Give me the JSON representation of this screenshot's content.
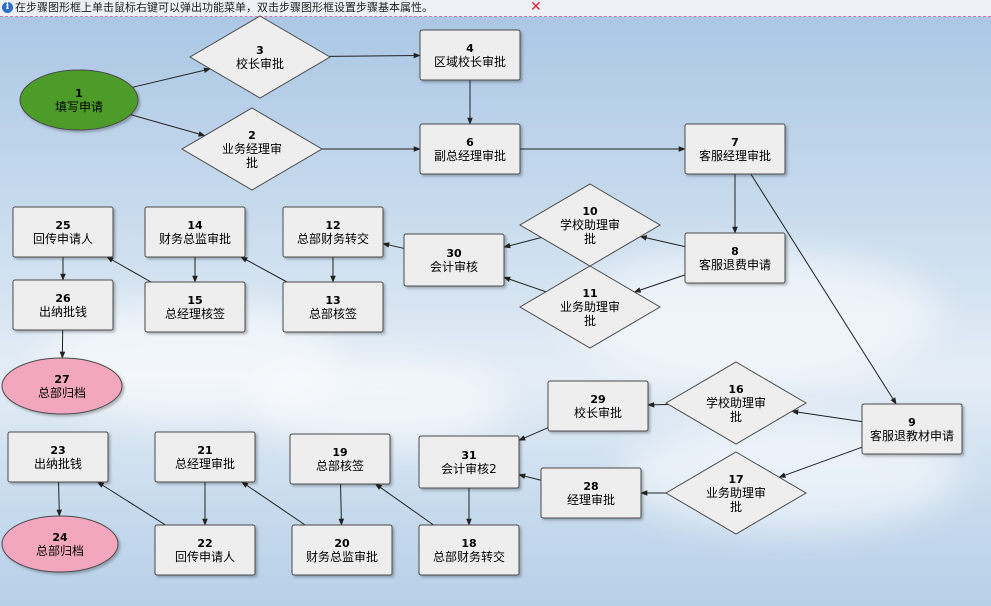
{
  "info_bar": {
    "message": "在步骤图形框上单击鼠标右键可以弹出功能菜单，双击步骤图形框设置步骤基本属性。",
    "close_symbol": "✕",
    "info_icon": "info-icon"
  },
  "colors": {
    "box_fill": "#eeeeee",
    "box_stroke": "#4a4a4a",
    "start_fill": "#4e9c2c",
    "end_fill": "#f2a7bf",
    "line": "#222222",
    "close_icon": "#d8243a"
  },
  "diagram": {
    "nodes": [
      {
        "id": "1",
        "shape": "start",
        "label": [
          "填写申请"
        ]
      },
      {
        "id": "2",
        "shape": "diamond",
        "label": [
          "业务经理审",
          "批"
        ]
      },
      {
        "id": "3",
        "shape": "diamond",
        "label": [
          "校长审批"
        ]
      },
      {
        "id": "4",
        "shape": "box",
        "label": [
          "区域校长审批"
        ]
      },
      {
        "id": "6",
        "shape": "box",
        "label": [
          "副总经理审批"
        ]
      },
      {
        "id": "7",
        "shape": "box",
        "label": [
          "客服经理审批"
        ]
      },
      {
        "id": "8",
        "shape": "box",
        "label": [
          "客服退费申请"
        ]
      },
      {
        "id": "10",
        "shape": "diamond",
        "label": [
          "学校助理审",
          "批"
        ]
      },
      {
        "id": "11",
        "shape": "diamond",
        "label": [
          "业务助理审",
          "批"
        ]
      },
      {
        "id": "30",
        "shape": "box",
        "label": [
          "会计审核"
        ]
      },
      {
        "id": "12",
        "shape": "box",
        "label": [
          "总部财务转交"
        ]
      },
      {
        "id": "13",
        "shape": "box",
        "label": [
          "总部核签"
        ]
      },
      {
        "id": "14",
        "shape": "box",
        "label": [
          "财务总监审批"
        ]
      },
      {
        "id": "15",
        "shape": "box",
        "label": [
          "总经理核签"
        ]
      },
      {
        "id": "25",
        "shape": "box",
        "label": [
          "回传申请人"
        ]
      },
      {
        "id": "26",
        "shape": "box",
        "label": [
          "出纳批钱"
        ]
      },
      {
        "id": "27",
        "shape": "end",
        "label": [
          "总部归档"
        ]
      },
      {
        "id": "9",
        "shape": "box",
        "label": [
          "客服退教材申请"
        ]
      },
      {
        "id": "16",
        "shape": "diamond",
        "label": [
          "学校助理审",
          "批"
        ]
      },
      {
        "id": "17",
        "shape": "diamond",
        "label": [
          "业务助理审",
          "批"
        ]
      },
      {
        "id": "29",
        "shape": "box",
        "label": [
          "校长审批"
        ]
      },
      {
        "id": "28",
        "shape": "box",
        "label": [
          "经理审批"
        ]
      },
      {
        "id": "31",
        "shape": "box",
        "label": [
          "会计审核2"
        ]
      },
      {
        "id": "18",
        "shape": "box",
        "label": [
          "总部财务转交"
        ]
      },
      {
        "id": "19",
        "shape": "box",
        "label": [
          "总部核签"
        ]
      },
      {
        "id": "20",
        "shape": "box",
        "label": [
          "财务总监审批"
        ]
      },
      {
        "id": "21",
        "shape": "box",
        "label": [
          "总经理审批"
        ]
      },
      {
        "id": "22",
        "shape": "box",
        "label": [
          "回传申请人"
        ]
      },
      {
        "id": "23",
        "shape": "box",
        "label": [
          "出纳批钱"
        ]
      },
      {
        "id": "24",
        "shape": "end",
        "label": [
          "总部归档"
        ]
      }
    ],
    "edges": [
      {
        "from": "1",
        "to": "3"
      },
      {
        "from": "1",
        "to": "2"
      },
      {
        "from": "3",
        "to": "4"
      },
      {
        "from": "4",
        "to": "6"
      },
      {
        "from": "2",
        "to": "6"
      },
      {
        "from": "6",
        "to": "7"
      },
      {
        "from": "7",
        "to": "8"
      },
      {
        "from": "7",
        "to": "9"
      },
      {
        "from": "8",
        "to": "10"
      },
      {
        "from": "8",
        "to": "11"
      },
      {
        "from": "10",
        "to": "30"
      },
      {
        "from": "11",
        "to": "30"
      },
      {
        "from": "30",
        "to": "12"
      },
      {
        "from": "12",
        "to": "13"
      },
      {
        "from": "13",
        "to": "14"
      },
      {
        "from": "14",
        "to": "15"
      },
      {
        "from": "15",
        "to": "25"
      },
      {
        "from": "25",
        "to": "26"
      },
      {
        "from": "26",
        "to": "27"
      },
      {
        "from": "9",
        "to": "16"
      },
      {
        "from": "9",
        "to": "17"
      },
      {
        "from": "16",
        "to": "29"
      },
      {
        "from": "17",
        "to": "28"
      },
      {
        "from": "29",
        "to": "31"
      },
      {
        "from": "28",
        "to": "31"
      },
      {
        "from": "31",
        "to": "18"
      },
      {
        "from": "18",
        "to": "19"
      },
      {
        "from": "19",
        "to": "20"
      },
      {
        "from": "20",
        "to": "21"
      },
      {
        "from": "21",
        "to": "22"
      },
      {
        "from": "22",
        "to": "23"
      },
      {
        "from": "23",
        "to": "24"
      }
    ]
  }
}
